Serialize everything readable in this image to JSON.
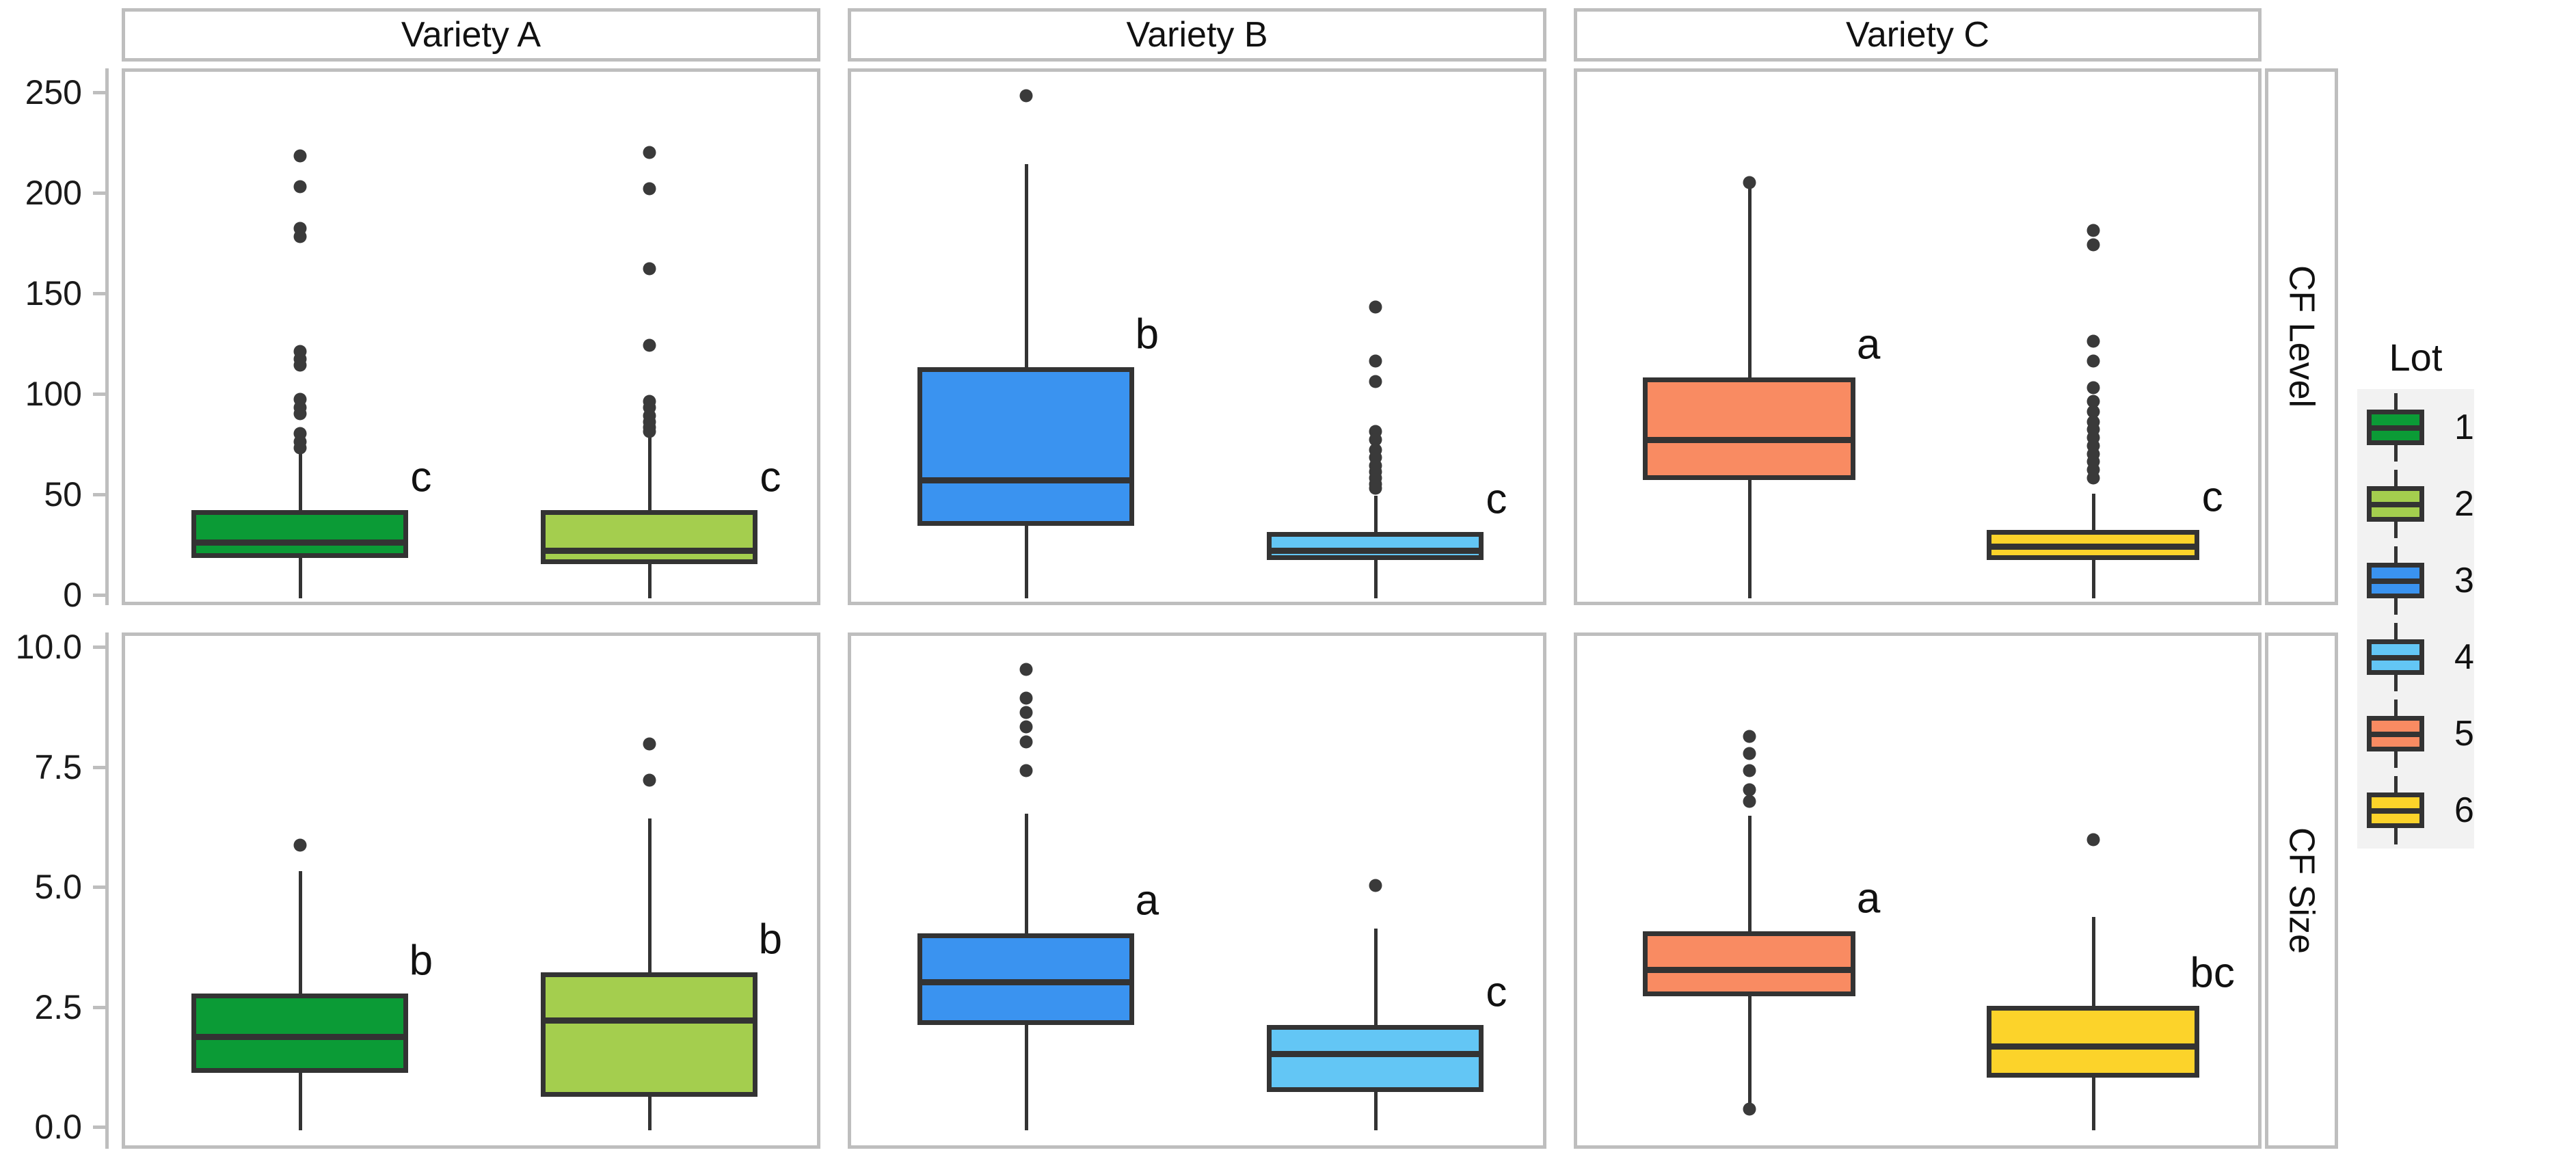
{
  "chart_data": {
    "type": "boxplot",
    "title": "",
    "facet_cols": [
      "Variety A",
      "Variety B",
      "Variety C"
    ],
    "facet_rows": [
      "CF Level",
      "CF Size"
    ],
    "legend": {
      "title": "Lot",
      "entries": [
        {
          "label": "1",
          "color": "#0b9b36"
        },
        {
          "label": "2",
          "color": "#a4ce4e"
        },
        {
          "label": "3",
          "color": "#3a93f0"
        },
        {
          "label": "4",
          "color": "#63c6f5"
        },
        {
          "label": "5",
          "color": "#f98b62"
        },
        {
          "label": "6",
          "color": "#fcd32a"
        }
      ]
    },
    "axes": {
      "cf_level": {
        "ylim": [
          -5,
          262
        ],
        "ticks": [
          0,
          50,
          100,
          150,
          200,
          250
        ],
        "tick_labels": [
          "0",
          "50",
          "100",
          "150",
          "200",
          "250"
        ]
      },
      "cf_size": {
        "ylim": [
          -0.45,
          10.3
        ],
        "ticks": [
          0.0,
          2.5,
          5.0,
          7.5,
          10.0
        ],
        "tick_labels": [
          "0.0",
          "2.5",
          "5.0",
          "7.5",
          "10.0"
        ]
      }
    },
    "panels": [
      {
        "row": "CF Level",
        "col": "Variety A",
        "boxes": [
          {
            "lot": "1",
            "color": "#0b9b36",
            "q1": 20,
            "median": 28,
            "q3": 44,
            "whisker_low": 0,
            "whisker_high": 72,
            "sig": "c",
            "outliers": [
              220,
              205,
              184,
              180,
              123,
              119,
              116,
              99,
              95,
              92,
              82,
              78,
              75
            ]
          },
          {
            "lot": "2",
            "color": "#a4ce4e",
            "q1": 17,
            "median": 24,
            "q3": 44,
            "whisker_low": 0,
            "whisker_high": 80,
            "sig": "c",
            "outliers": [
              222,
              204,
              164,
              126,
              98,
              95,
              91,
              88,
              85,
              83
            ]
          }
        ]
      },
      {
        "row": "CF Level",
        "col": "Variety B",
        "boxes": [
          {
            "lot": "3",
            "color": "#3a93f0",
            "q1": 36,
            "median": 59,
            "q3": 115,
            "whisker_low": 0,
            "whisker_high": 216,
            "sig": "b",
            "outliers": [
              250
            ]
          },
          {
            "lot": "4",
            "color": "#63c6f5",
            "q1": 19,
            "median": 24,
            "q3": 33,
            "whisker_low": 0,
            "whisker_high": 51,
            "sig": "c",
            "outliers": [
              145,
              118,
              108,
              83,
              79,
              74,
              70,
              66,
              63,
              60,
              57,
              55
            ]
          }
        ]
      },
      {
        "row": "CF Level",
        "col": "Variety C",
        "boxes": [
          {
            "lot": "5",
            "color": "#f98b62",
            "q1": 59,
            "median": 79,
            "q3": 110,
            "whisker_low": 0,
            "whisker_high": 207,
            "sig": "a",
            "outliers": [
              207
            ]
          },
          {
            "lot": "6",
            "color": "#fcd32a",
            "q1": 19,
            "median": 26,
            "q3": 34,
            "whisker_low": 0,
            "whisker_high": 52,
            "sig": "c",
            "outliers": [
              183,
              176,
              128,
              118,
              105,
              98,
              93,
              88,
              84,
              80,
              76,
              72,
              68,
              64,
              60
            ]
          }
        ]
      },
      {
        "row": "CF Size",
        "col": "Variety A",
        "boxes": [
          {
            "lot": "1",
            "color": "#0b9b36",
            "q1": 1.2,
            "median": 1.95,
            "q3": 2.85,
            "whisker_low": 0.0,
            "whisker_high": 5.4,
            "sig": "b",
            "outliers": [
              5.95
            ]
          },
          {
            "lot": "2",
            "color": "#a4ce4e",
            "q1": 0.7,
            "median": 2.3,
            "q3": 3.3,
            "whisker_low": 0.0,
            "whisker_high": 6.5,
            "sig": "b",
            "outliers": [
              8.05,
              7.3
            ]
          }
        ]
      },
      {
        "row": "CF Size",
        "col": "Variety B",
        "boxes": [
          {
            "lot": "3",
            "color": "#3a93f0",
            "q1": 2.2,
            "median": 3.1,
            "q3": 4.1,
            "whisker_low": 0.0,
            "whisker_high": 6.6,
            "sig": "a",
            "outliers": [
              9.6,
              9.0,
              8.7,
              8.4,
              8.1,
              7.5
            ]
          },
          {
            "lot": "4",
            "color": "#63c6f5",
            "q1": 0.8,
            "median": 1.6,
            "q3": 2.2,
            "whisker_low": 0.0,
            "whisker_high": 4.2,
            "sig": "c",
            "outliers": [
              5.1
            ]
          }
        ]
      },
      {
        "row": "CF Size",
        "col": "Variety C",
        "boxes": [
          {
            "lot": "5",
            "color": "#f98b62",
            "q1": 2.8,
            "median": 3.35,
            "q3": 4.15,
            "whisker_low": 0.45,
            "whisker_high": 6.55,
            "sig": "a",
            "outliers": [
              8.2,
              7.85,
              7.5,
              7.1,
              6.85,
              0.45
            ]
          },
          {
            "lot": "6",
            "color": "#fcd32a",
            "q1": 1.1,
            "median": 1.75,
            "q3": 2.6,
            "whisker_low": 0.0,
            "whisker_high": 4.45,
            "sig": "bc",
            "outliers": [
              6.05
            ]
          }
        ]
      }
    ]
  }
}
